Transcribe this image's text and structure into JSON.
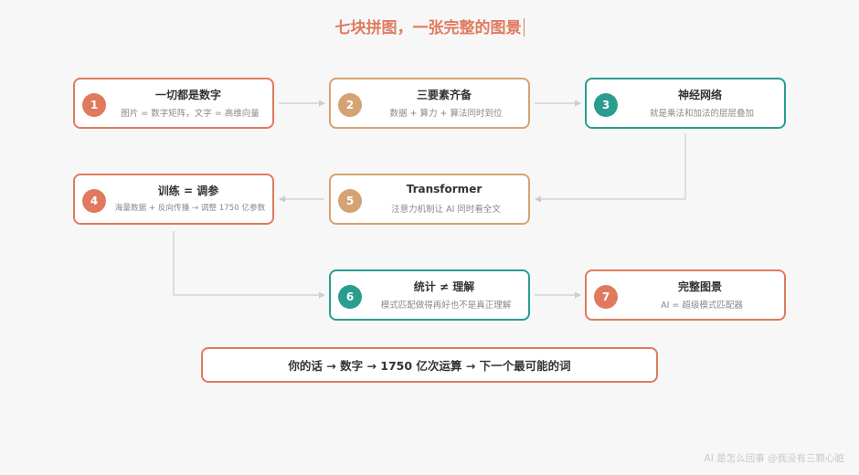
{
  "title": "七块拼图，一张完整的图景",
  "nodes": [
    {
      "num": "1",
      "title": "一切都是数字",
      "subtitle": "图片 = 数字矩阵，文字 = 高维向量",
      "color": "#e07a5f"
    },
    {
      "num": "2",
      "title": "三要素齐备",
      "subtitle": "数据 + 算力 + 算法同时到位",
      "color": "#d4a373"
    },
    {
      "num": "3",
      "title": "神经网络",
      "subtitle": "就是乘法和加法的层层叠加",
      "color": "#2a9d8f"
    },
    {
      "num": "4",
      "title": "训练 = 调参",
      "subtitle": "海量数据 + 反向传播 → 调整 1750 亿参数",
      "color": "#e07a5f"
    },
    {
      "num": "5",
      "title": "Transformer",
      "subtitle": "注意力机制让 AI 同时看全文",
      "color": "#d4a373"
    },
    {
      "num": "6",
      "title": "统计 ≠ 理解",
      "subtitle": "模式匹配做得再好也不是真正理解",
      "color": "#2a9d8f"
    },
    {
      "num": "7",
      "title": "完整图景",
      "subtitle": "AI = 超级模式匹配器",
      "color": "#e07a5f"
    }
  ],
  "summary": "你的话 → 数字 → 1750 亿次运算 → 下一个最可能的词",
  "footer": "AI 是怎么回事 @我没有三颗心脏"
}
